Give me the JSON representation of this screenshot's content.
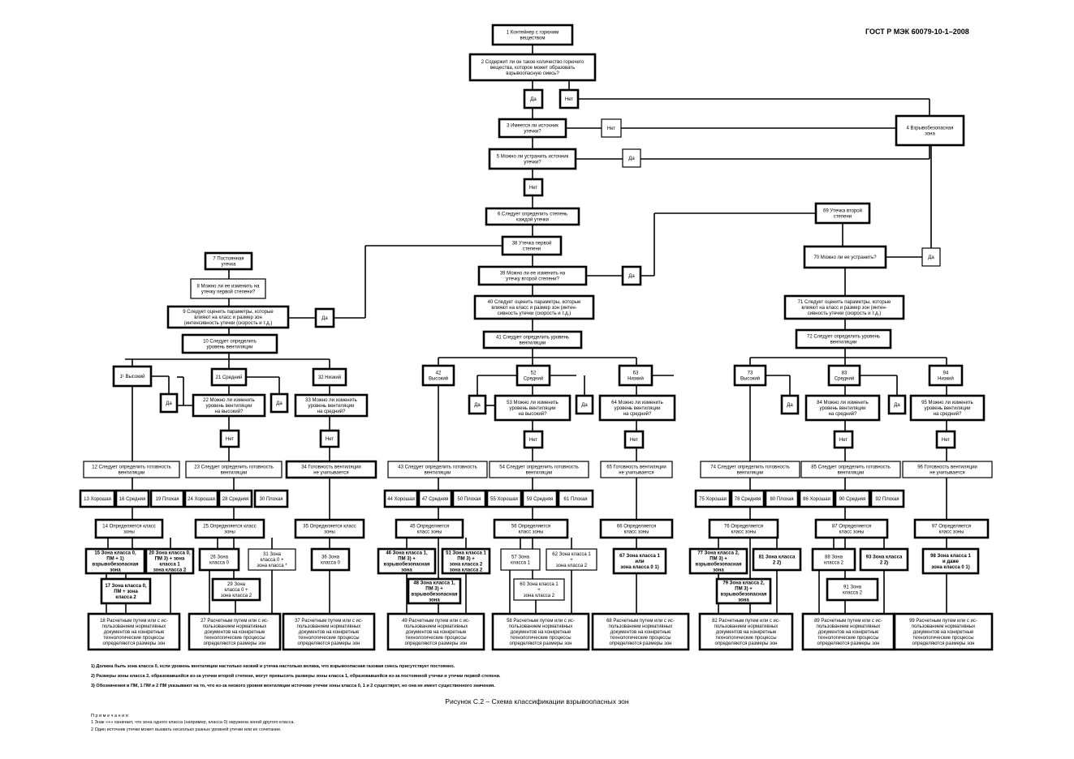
{
  "header": "ГОСТ Р МЭК 60079-10-1–2008",
  "caption": "Рисунок С.2 – Схема классификации взрывоопасных зон",
  "footnotes": [
    "1) Должна быть зона класса 0, если уровень вентиляции настолько низкий и утечка настолько велика, что взрывоопасная газовая смесь присутствует постоянно.",
    "2) Размеры зоны класса 2, образовавшейся из-за утечки второй степени, могут превысить размеры зоны класса 1, образовавшейся из-за постоянной утечки и утечки первой степени.",
    "3) Обозначения в ПМ, 1 ПМ и 2 ПМ указывают на то, что из-за низкого уровня вентиляции источник утечки зоны класса 0, 1 и 2 существует, но она не имеет существенного значения."
  ],
  "notes": [
    "П р и м е ч а н и я",
    "1 Знак «+» означает, что зона одного класса (например, класса 0) окружена зоной другого класса.",
    "2 Один источник утечки может вызвать несколько разных уровней утечки или их сочетание."
  ],
  "nodes": {
    "n1": [
      "1 Контейнер с горючим",
      "веществом"
    ],
    "n2": [
      "2 Содержит ли он такое количество горючего",
      "вещества, которое может образовать",
      "взрывоопасную смесь?"
    ],
    "yes2": [
      "Да"
    ],
    "no2": [
      "Нет"
    ],
    "n3": [
      "3 Имеется ли источник",
      "утечки?"
    ],
    "no3": [
      "Нет"
    ],
    "n4": [
      "4 Взрывобезопасная",
      "зона"
    ],
    "n5": [
      "5 Можно ли устранить источник",
      "утечки?"
    ],
    "yes5": [
      "Да"
    ],
    "no5": [
      "Нет"
    ],
    "n6": [
      "6 Следует определить степень",
      "каждой утечки"
    ],
    "n38": [
      "38 Утечка первой",
      "степени"
    ],
    "n39": [
      "39 Можно ли ее изменить на",
      "утечку второй степени?"
    ],
    "yes39": [
      "Да"
    ],
    "n69": [
      "69 Утечка второй",
      "степени"
    ],
    "n70": [
      "70 Можно ли ее устранить?"
    ],
    "yes70": [
      "Да"
    ],
    "n7": [
      "7 Постоянная",
      "утечка"
    ],
    "n8": [
      "8 Можно ли ее изменить на",
      "утечку первой степени?"
    ],
    "n9": [
      "9 Следует оценить параметры, которые",
      "влияют на класс и размер зон",
      "(интенсивность утечки (скорость и т.д.)"
    ],
    "yes9": [
      "Да"
    ],
    "n10": [
      "10 Следует определить",
      "уровень вентиляции"
    ],
    "n11": [
      "1¹ Высокий"
    ],
    "n21": [
      "21 Средний"
    ],
    "n32": [
      "32 Низкий"
    ],
    "yesA": [
      "Да"
    ],
    "n22": [
      "22 Можно ли изменить",
      "уровень вентиляции",
      "на высокий?"
    ],
    "yesB": [
      "Да"
    ],
    "n33": [
      "33 Можно ли изменить",
      "уровень вентиляции",
      "на средний?"
    ],
    "no22": [
      "Нет"
    ],
    "no33": [
      "Нет"
    ],
    "n12": [
      "12 Следует определить готовность",
      "вентиляции"
    ],
    "n23": [
      "23 Следует определить готовность",
      "вентиляции"
    ],
    "n34": [
      "34 Готовность вентиляции",
      "не учитывается"
    ],
    "n13": [
      "13 Хорошая"
    ],
    "n16": [
      "16 Средняя"
    ],
    "n19": [
      "19 Плохая"
    ],
    "n24": [
      "24 Хорошая"
    ],
    "n28": [
      "28 Средняя"
    ],
    "n30": [
      "30 Плохая"
    ],
    "n14": [
      "14 Определяется класс",
      "зоны"
    ],
    "n25": [
      "25 Определяется класс",
      "зоны"
    ],
    "n35": [
      "35 Определяется класс",
      "зоны"
    ],
    "n15": [
      "15 Зона класса 0,",
      "ПМ + 1)",
      "взрывобезопасная",
      "зона"
    ],
    "n20": [
      "20 Зона класса 0,",
      "ПМ 3) + зона",
      "класса 1",
      "зона класса 2"
    ],
    "n17": [
      "17 Зона класса 0,",
      "ПМ + зона",
      "класса 2"
    ],
    "n26": [
      "26 Зона",
      "класса 0"
    ],
    "n31": [
      "31 Зона",
      "класса 0 +",
      "зона класса *"
    ],
    "n29": [
      "29 Зона",
      "класса 0 +",
      "зона класса 2"
    ],
    "n36": [
      "36 Зона",
      "класса 0"
    ],
    "n18": [
      "18 Расчетным путем или с ис-",
      "пользованием нормативных",
      "документов на конкретные",
      "технологические процессы",
      "определяются размеры зон"
    ],
    "n27": [
      "27 Расчетным путем или с ис-",
      "пользованием нормативных",
      "документов на конкретные",
      "технологические процессы",
      "определяются размеры зон"
    ],
    "n37": [
      "37 Расчетным путем или с ис-",
      "пользованием нормативных",
      "документов на конкретные",
      "технологические процессы",
      "определяются размеры зон"
    ],
    "n40": [
      "40 Следует оценить параметры, которые",
      "влияют на класс и размер зон (интен-",
      "сивность утечки (скорость и т.д.)"
    ],
    "n41": [
      "41 Следует определить уровень",
      "вентиляции"
    ],
    "n42": [
      "42",
      "Высокий"
    ],
    "n52": [
      "52",
      "Средний"
    ],
    "n63": [
      "63",
      "Низкий"
    ],
    "yesC": [
      "Да"
    ],
    "n53": [
      "53 Можно ли изменить",
      "уровень вентиляции",
      "на высокий?"
    ],
    "yesD": [
      "Да"
    ],
    "n64": [
      "64 Можно ли изменить",
      "уровень вентиляции",
      "на средний?"
    ],
    "no53": [
      "Нет"
    ],
    "no64": [
      "Нет"
    ],
    "n43": [
      "43 Следует определить готовность",
      "вентиляции"
    ],
    "n54": [
      "54 Следует определить готовность",
      "вентиляции"
    ],
    "n65": [
      "65 Готовность вентиляции",
      "не учитывается"
    ],
    "n44": [
      "44 Хорошая"
    ],
    "n47": [
      "47 Средняя"
    ],
    "n50": [
      "50 Плохая"
    ],
    "n55": [
      "55 Хорошая"
    ],
    "n59": [
      "59 Средняя"
    ],
    "n61": [
      "61 Плохая"
    ],
    "n45": [
      "45 Определяется",
      "класс зоны"
    ],
    "n56": [
      "56 Определяется",
      "класс зоны"
    ],
    "n66": [
      "66 Определяется",
      "класс зоны"
    ],
    "n46": [
      "46 Зона класса 1,",
      "ПМ 3) +",
      "взрывобезопасная",
      "зона"
    ],
    "n51": [
      "51 Зона класса 1",
      "ПМ 3) +",
      "зона класса 2",
      "зона класса 2"
    ],
    "n48": [
      "48 Зона класса 1,",
      "ПМ 3) +",
      "взрывобезопасная",
      "зона"
    ],
    "n57": [
      "57 Зона",
      "класса 1"
    ],
    "n62": [
      "62 Зона класса 1",
      "+",
      "зона класса 2"
    ],
    "n60": [
      "60 Зона класса 1",
      "+",
      "зона класса 2"
    ],
    "n67": [
      "67 Зона класса 1",
      "или",
      "зона класса 0 1)"
    ],
    "n49": [
      "49 Расчетным путем или с ис-",
      "пользованием нормативных",
      "документов на конкретные",
      "технологические процессы",
      "определяются размеры зон"
    ],
    "n58": [
      "58 Расчетным путем или с ис-",
      "пользованием нормативных",
      "документов на конкретные",
      "технологические процессы",
      "определяются размеры зон"
    ],
    "n68": [
      "68 Расчетным путем или с ис-",
      "пользованием нормативных",
      "документов на конкретные",
      "технологические процессы",
      "определяются размеры зон"
    ],
    "n71": [
      "71 Следует оценить параметры, которые",
      "влияют на класс и размер зон (интен-",
      "сивность утечки (скорость и т.д.)"
    ],
    "n72": [
      "72 Следует определить уровень",
      "вентиляции"
    ],
    "n73": [
      "73",
      "Высокий"
    ],
    "n83": [
      "83",
      "Средний"
    ],
    "n94": [
      "94",
      "Низкий"
    ],
    "yesE": [
      "Да"
    ],
    "n84": [
      "84 Можно ли изменить",
      "уровень вентиляции",
      "на средний?"
    ],
    "yesF": [
      "Да"
    ],
    "n95": [
      "95 Можно ли изменить",
      "уровень вентиляции",
      "на средний?"
    ],
    "no84": [
      "Нет"
    ],
    "no95": [
      "Нет"
    ],
    "n74": [
      "74 Следует определить готовность",
      "вентиляции"
    ],
    "n85": [
      "85 Следует определить готовность",
      "вентиляции"
    ],
    "n96": [
      "96 Готовность вентиляции",
      "не учитывается"
    ],
    "n75": [
      "75 Хорошая"
    ],
    "n78": [
      "78 Средняя"
    ],
    "n80": [
      "80 Плохая"
    ],
    "n86": [
      "86 Хорошая"
    ],
    "n90": [
      "90 Средняя"
    ],
    "n92": [
      "92 Плохая"
    ],
    "n76": [
      "76 Определяется",
      "класс зоны"
    ],
    "n87": [
      "87 Определяется",
      "класс зоны"
    ],
    "n97": [
      "97 Определяется",
      "класс зоны"
    ],
    "n77": [
      "77 Зона класса 2,",
      "ПМ 3) +",
      "взрывобезопасная",
      "зона"
    ],
    "n81": [
      "81 Зона класса",
      "2 2)"
    ],
    "n79": [
      "79 Зона класса 2,",
      "ПМ 3) +",
      "взрывобезопасная",
      "зона"
    ],
    "n88": [
      "88 Зона",
      "класса 2"
    ],
    "n93": [
      "93 Зона класса",
      "2 2)"
    ],
    "n91": [
      "91 Зона",
      "класса 2"
    ],
    "n98": [
      "98 Зона класса 1",
      "и даже",
      "зона класса 0 1)"
    ],
    "n82": [
      "82 Расчетным путем или с ис-",
      "пользованием нормативных",
      "документов на конкретные",
      "технологические процессы",
      "определяются размеры зон"
    ],
    "n89": [
      "89 Расчетным путем или с ис-",
      "пользованием нормативных",
      "документов на конкретные",
      "технологические процессы",
      "определяются размеры зон"
    ],
    "n99": [
      "99 Расчетным путем или с ис-",
      "пользованием нормативных",
      "документов на конкретные",
      "технологические процессы",
      "определяются размеры зон"
    ]
  }
}
